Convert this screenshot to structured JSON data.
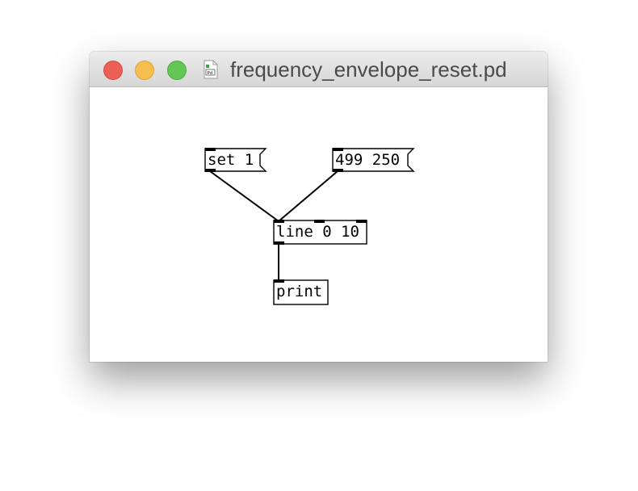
{
  "window": {
    "title": "frequency_envelope_reset.pd",
    "file_icon": "pd-file-icon",
    "buttons": [
      "close",
      "minimize",
      "zoom"
    ]
  },
  "patch": {
    "boxes": [
      {
        "id": "msg-set",
        "kind": "message",
        "text": "set 1"
      },
      {
        "id": "msg-ramp",
        "kind": "message",
        "text": "499 250"
      },
      {
        "id": "obj-line",
        "kind": "object",
        "text": "line 0 10"
      },
      {
        "id": "obj-print",
        "kind": "object",
        "text": "print"
      }
    ],
    "connections": [
      {
        "from": "set 1",
        "to": "line 0 10 (left inlet)"
      },
      {
        "from": "499 250",
        "to": "line 0 10 (left inlet)"
      },
      {
        "from": "line 0 10",
        "to": "print"
      }
    ]
  },
  "colors": {
    "close": "#ec5f57",
    "minimize": "#f6be4f",
    "zoom": "#62c655",
    "title_text": "#4a4a4a",
    "ink": "#000000"
  }
}
